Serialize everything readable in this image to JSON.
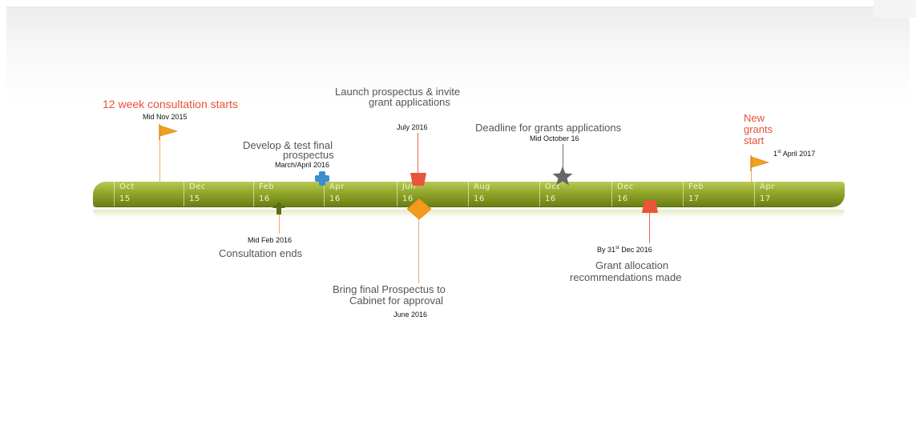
{
  "ticks": [
    {
      "month": "Oct",
      "year": "15"
    },
    {
      "month": "Dec",
      "year": "15"
    },
    {
      "month": "Feb",
      "year": "16"
    },
    {
      "month": "Apr",
      "year": "16"
    },
    {
      "month": "Jun",
      "year": "16"
    },
    {
      "month": "Aug",
      "year": "16"
    },
    {
      "month": "Oct",
      "year": "16"
    },
    {
      "month": "Dec",
      "year": "16"
    },
    {
      "month": "Feb",
      "year": "17"
    },
    {
      "month": "Apr",
      "year": "17"
    }
  ],
  "milestones": {
    "consultation_start": {
      "title": "12 week consultation starts",
      "date": "Mid Nov 2015"
    },
    "develop_prospectus": {
      "title_line1": "Develop & test final",
      "title_line2": "prospectus",
      "date": "March/April 2016"
    },
    "launch_prospectus": {
      "title_line1": "Launch prospectus & invite",
      "title_line2": "grant applications",
      "date": "July 2016"
    },
    "deadline": {
      "title": "Deadline for grants applications",
      "date": "Mid October 16"
    },
    "new_grants": {
      "title_line1": "New",
      "title_line2": "grants",
      "title_line3": "start",
      "date_prefix": "1",
      "date_sup": "st",
      "date_suffix": " April 2017"
    },
    "consultation_end": {
      "date": "Mid Feb 2016",
      "title": "Consultation ends"
    },
    "cabinet": {
      "title_line1": "Bring final Prospectus to",
      "title_line2": "Cabinet for approval",
      "date": "June 2016"
    },
    "grant_allocation": {
      "date_prefix": "By 31",
      "date_sup": "st",
      "date_suffix": " Dec 2016",
      "title_line1": "Grant allocation",
      "title_line2": "recommendations  made"
    }
  },
  "colors": {
    "bar": "#8fa42a",
    "flag": "#f0a020",
    "red_label": "#e8503a",
    "connector": "#f2a766",
    "star": "#666666",
    "arrow": "#5d6e16",
    "plus": "#3b8fd0",
    "diamond": "#f29a1a",
    "red_marker": "#e8553a"
  }
}
